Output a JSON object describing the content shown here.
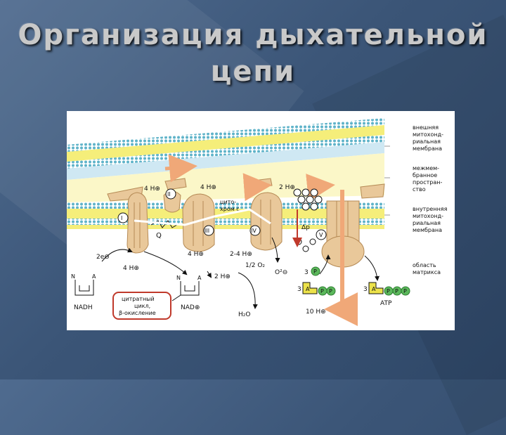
{
  "slide": {
    "title_line1": "Организация дыхательной",
    "title_line2": "цепи"
  },
  "diagram": {
    "side_labels": {
      "outer_membrane": [
        "внешняя",
        "митохонд-",
        "риальная",
        "мембрана"
      ],
      "intermembrane": [
        "межмем-",
        "бранное",
        "простран-",
        "ство"
      ],
      "inner_membrane": [
        "внутренняя",
        "митохонд-",
        "риальная",
        "мембрана"
      ],
      "matrix": [
        "область",
        "матрикса"
      ]
    },
    "complexes": [
      "I",
      "II",
      "III",
      "IV",
      "V"
    ],
    "labels": {
      "h4_top_left": "4 H⊕",
      "h4_top_mid": "4 H⊕",
      "h2_top_right": "2 H⊕",
      "q": "Q",
      "cytochrome": [
        "цито-",
        "хром c"
      ],
      "delta_p": "Δp",
      "electrons": "2e⊖",
      "h4_bottom_left": "4 H⊕",
      "h4_bottom_mid": "4 H⊕",
      "h24": "2-4 H⊕",
      "half_o2": "1/2 O₂",
      "o2_minus": "O²⊖",
      "h2_bottom": "2 H⊕",
      "h2o": "H₂O",
      "nadh": "NADH",
      "nad": "NAD⊕",
      "cycle": [
        "цитратный",
        "цикл,",
        "β-окисление"
      ],
      "atp": "ATP",
      "h10": "10 H⊕",
      "three_p": "3",
      "three_adp": "3",
      "three_atp": "3",
      "p": "P",
      "a": "A",
      "n": "N"
    },
    "colors": {
      "membrane_yellow": "#f5ee7a",
      "membrane_blue": "#cfe8f3",
      "lipid_head": "#5fb3c9",
      "protein": "#e9c89a",
      "protein_dark": "#b58a55",
      "arrow_orange": "#f0a878",
      "arrow_red": "#c0392b",
      "green_p": "#5bb85b",
      "adp_yellow": "#ece24a",
      "cycle_border": "#c0392b"
    }
  }
}
